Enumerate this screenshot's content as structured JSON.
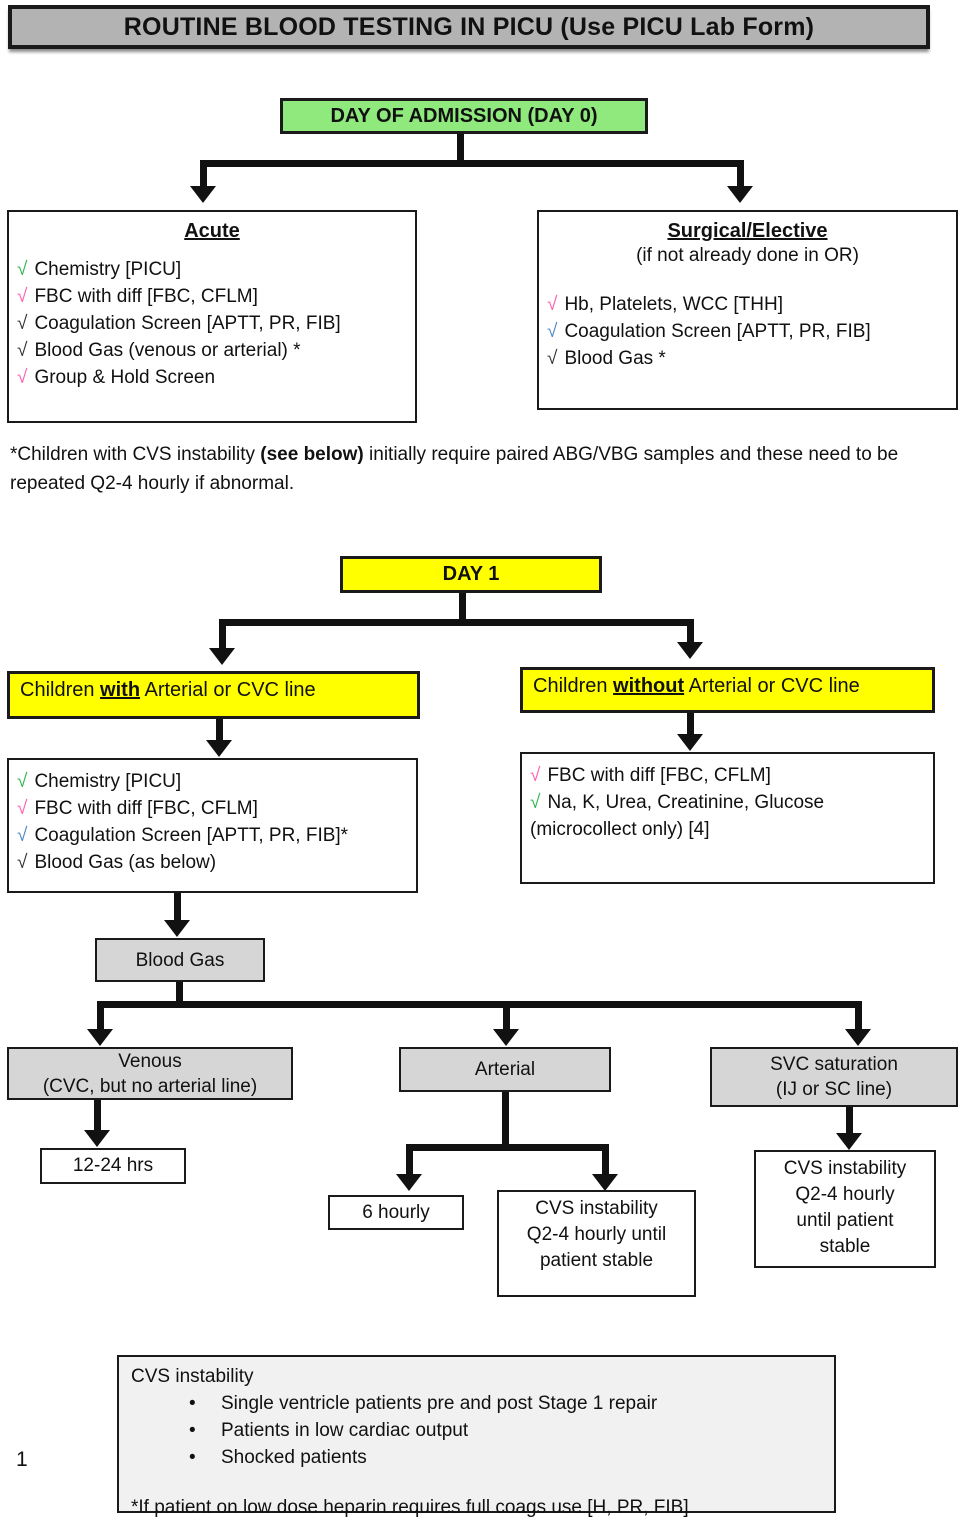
{
  "page": {
    "title": "ROUTINE BLOOD TESTING IN PICU (Use PICU Lab Form)",
    "page_number": "1"
  },
  "colors": {
    "title_bar_bg": "#b3b3b3",
    "day0_bg": "#8fe97c",
    "day1_bg": "#ffff00",
    "node_gray_bg": "#d6d6d6",
    "note_bg": "#f1f1f1",
    "check_green": "#2eb850",
    "check_pink": "#ff5fae",
    "check_blue": "#4f86c6",
    "check_black": "#333333"
  },
  "glyphs": {
    "check": "√",
    "bullet": "•"
  },
  "day0": {
    "label": "DAY OF ADMISSION (DAY 0)",
    "acute": {
      "title": "Acute",
      "items": [
        {
          "check": "green",
          "text": "Chemistry [PICU]"
        },
        {
          "check": "pink",
          "text": "FBC with diff [FBC, CFLM]"
        },
        {
          "check": "black",
          "text": "Coagulation Screen [APTT, PR, FIB]"
        },
        {
          "check": "black",
          "text": "Blood Gas (venous or arterial) *"
        },
        {
          "check": "pink",
          "text": "Group & Hold Screen"
        }
      ]
    },
    "surgical": {
      "title": "Surgical/Elective",
      "subtitle": "(if not already done in OR)",
      "items": [
        {
          "check": "pink",
          "text": "Hb, Platelets, WCC [THH]"
        },
        {
          "check": "blue",
          "text": "Coagulation Screen [APTT, PR, FIB]"
        },
        {
          "check": "black",
          "text": "Blood Gas *"
        }
      ]
    },
    "note_prefix": "*Children with CVS instability ",
    "note_bold": "(see below)",
    "note_suffix": " initially require paired ABG/VBG samples and these need to be repeated Q2-4 hourly if abnormal."
  },
  "day1": {
    "label": "DAY 1",
    "with_line": {
      "title_prefix": "Children ",
      "title_emph": "with",
      "title_suffix": " Arterial or CVC line",
      "items": [
        {
          "check": "green",
          "text": "Chemistry [PICU]"
        },
        {
          "check": "pink",
          "text": "FBC with diff [FBC, CFLM]"
        },
        {
          "check": "blue",
          "text": "Coagulation Screen [APTT, PR, FIB]*"
        },
        {
          "check": "black",
          "text": "Blood Gas (as below)"
        }
      ]
    },
    "without_line": {
      "title_prefix": "Children ",
      "title_emph": "without",
      "title_suffix": " Arterial or CVC line",
      "items": [
        {
          "check": "pink",
          "text": "FBC with diff [FBC, CFLM]"
        },
        {
          "check": "green",
          "text": "Na, K, Urea, Creatinine, Glucose"
        }
      ],
      "continuation": "(microcollect only) [4]"
    }
  },
  "blood_gas": {
    "label": "Blood Gas",
    "venous": {
      "line1": "Venous",
      "line2": "(CVC, but no arterial line)",
      "interval": "12-24 hrs"
    },
    "arterial": {
      "label": "Arterial",
      "routine": "6 hourly",
      "unstable_line1": "CVS instability",
      "unstable_line2": "Q2-4 hourly until",
      "unstable_line3": "patient stable"
    },
    "svc": {
      "line1": "SVC saturation",
      "line2": "(IJ or SC line)",
      "unstable_line1": "CVS instability",
      "unstable_line2": "Q2-4 hourly",
      "unstable_line3": "until patient",
      "unstable_line4": "stable"
    }
  },
  "cvs_note": {
    "title": "CVS instability",
    "bullets": [
      "Single ventricle patients pre and post Stage 1 repair",
      "Patients in low cardiac output",
      "Shocked patients"
    ],
    "footnote": "*If patient on low dose heparin requires full coags use [H, PR, FIB]"
  }
}
